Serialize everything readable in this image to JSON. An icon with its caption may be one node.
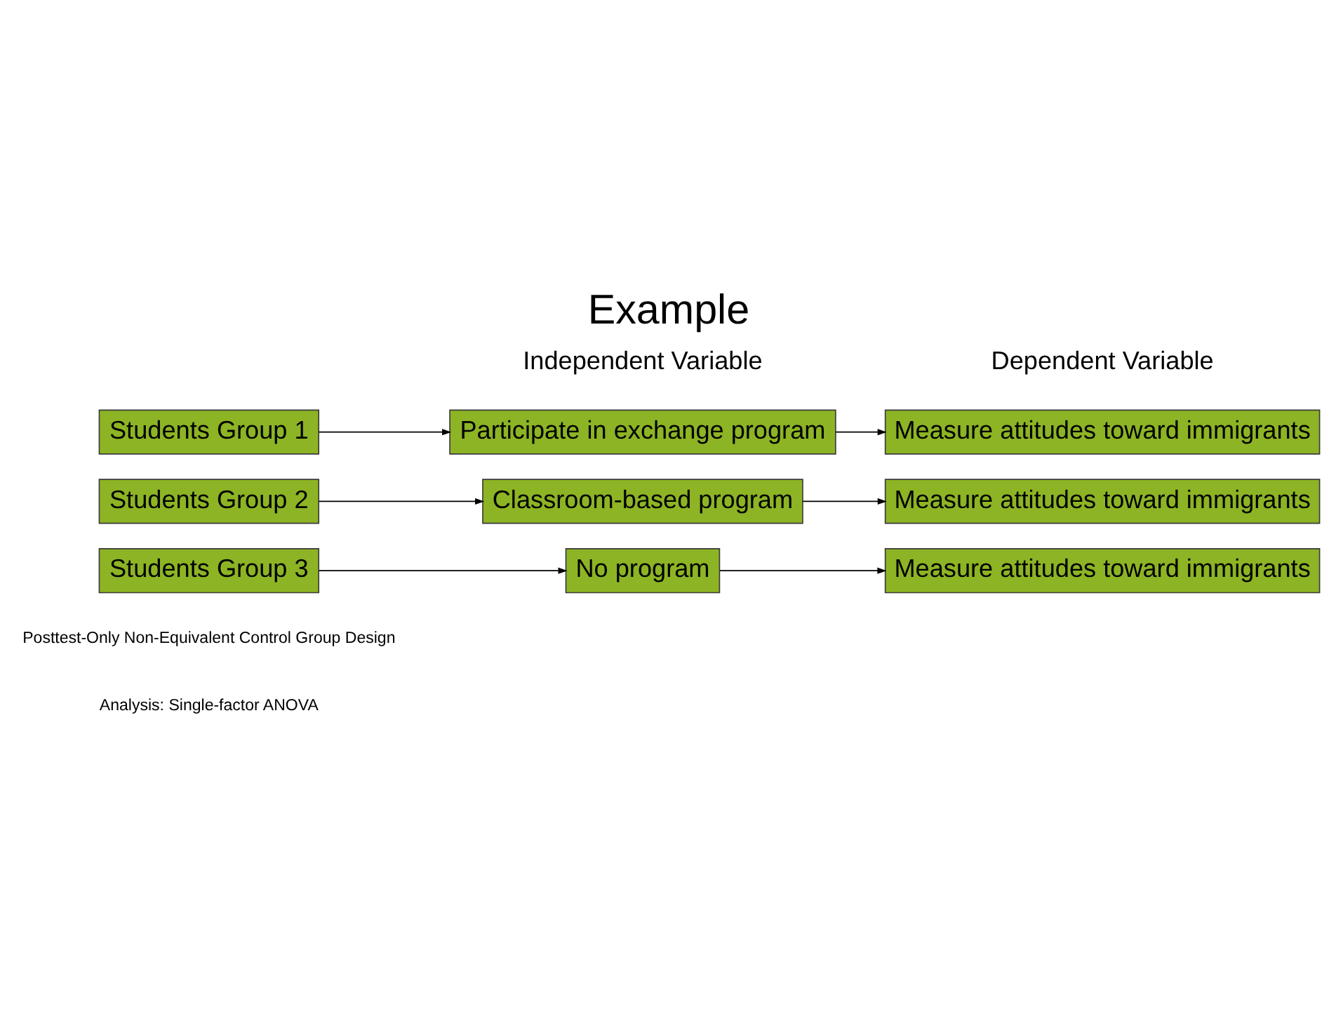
{
  "diagram": {
    "title": "Example",
    "nodes": [
      {
        "text": [
          "Students Group 1"
        ]
      },
      {
        "text": [
          "Participate in exchange program"
        ]
      },
      {
        "text": [
          "Measure attitudes toward immigrants"
        ]
      },
      {
        "text": [
          "Students Group 2"
        ]
      },
      {
        "text": [
          "Classroom-based program"
        ]
      },
      {
        "text": [
          "Measure attitudes toward immigrants"
        ]
      },
      {
        "text": [
          "Students Group 3"
        ]
      },
      {
        "text": [
          "No program"
        ]
      },
      {
        "text": [
          "Measure attitudes toward immigrants"
        ]
      }
    ],
    "edges": [
      {
        "from": 0,
        "to": 1,
        "arrow": "to"
      },
      {
        "from": 1,
        "to": 2,
        "arrow": "to"
      },
      {
        "from": 3,
        "to": 4,
        "arrow": "to"
      },
      {
        "from": 4,
        "to": 5,
        "arrow": "to"
      },
      {
        "from": 6,
        "to": 7,
        "arrow": "to"
      },
      {
        "from": 7,
        "to": 8,
        "arrow": "to"
      }
    ],
    "labels": [
      "Independent Variable",
      "Dependent Variable",
      "Posttest-Only Non-Equivalent Control Group Design",
      "Analysis: Single-factor ANOVA"
    ]
  }
}
